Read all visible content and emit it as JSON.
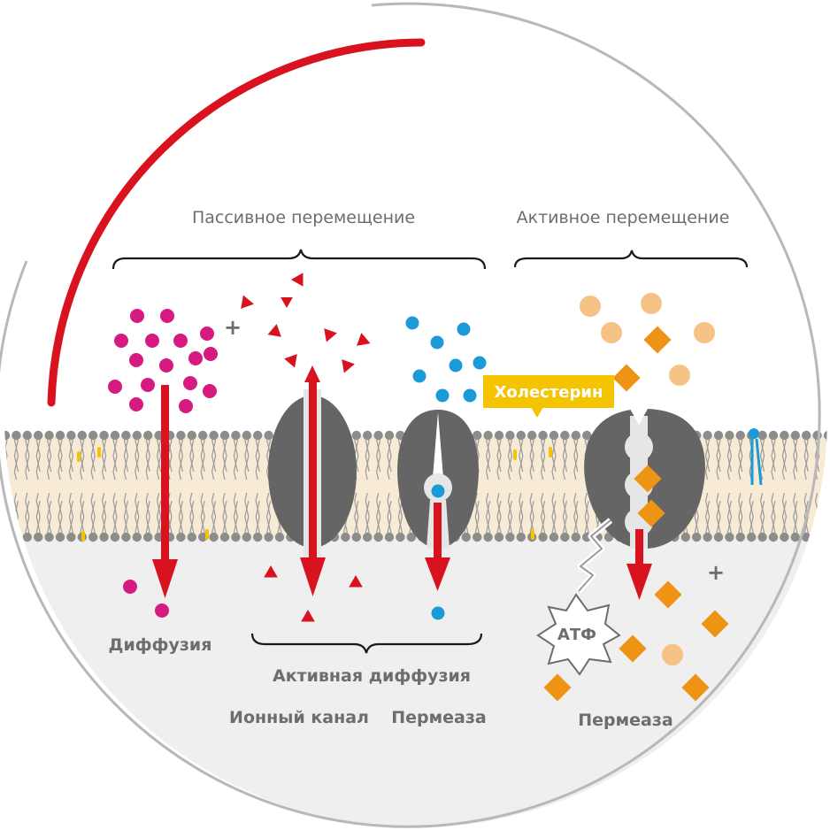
{
  "labels": {
    "passive": "Пассивное перемещение",
    "active": "Активное перемещение",
    "diffusion": "Диффузия",
    "facilitated_diffusion": "Активная диффузия",
    "ion_channel": "Ионный канал",
    "permease_passive": "Пермеаза",
    "permease_active": "Пермеаза",
    "cholesterol": "Холестерин",
    "atp": "АТФ",
    "plus_left": "+",
    "plus_right": "+"
  },
  "colors": {
    "arrow_red": "#d9121f",
    "magenta": "#d61a7f",
    "blue": "#1a9ad6",
    "orange": "#ee9313",
    "peach": "#f6c286",
    "gray_protein": "#656565",
    "membrane_core": "#f7ebd6",
    "membrane_head": "#8c8c8c",
    "cholesterol_yellow": "#f5c400",
    "cytoplasm": "#efefef",
    "text": "#6d6d6d"
  }
}
